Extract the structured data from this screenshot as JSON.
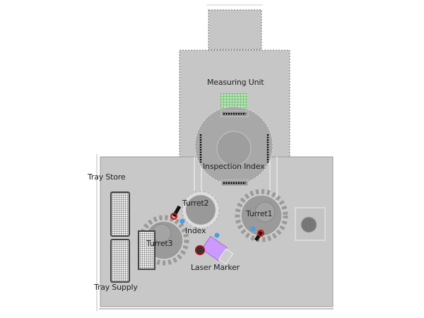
{
  "labels": {
    "measuring_unit": "Measuring Unit",
    "inspection_index": "Inspection Index",
    "tray_store": "Tray Store",
    "tray_supply": "Tray Supply",
    "turret1": "Turret1",
    "turret2": "Turret2",
    "turret3": "Turret3",
    "index": "Index",
    "laser_marker": "Laser Marker"
  },
  "colors": {
    "base": "#c8c8c8",
    "turret": "#9a9a9a",
    "laser": "#cc99ff",
    "sensor": "#4a9de0",
    "marker_red": "#cc1111"
  }
}
